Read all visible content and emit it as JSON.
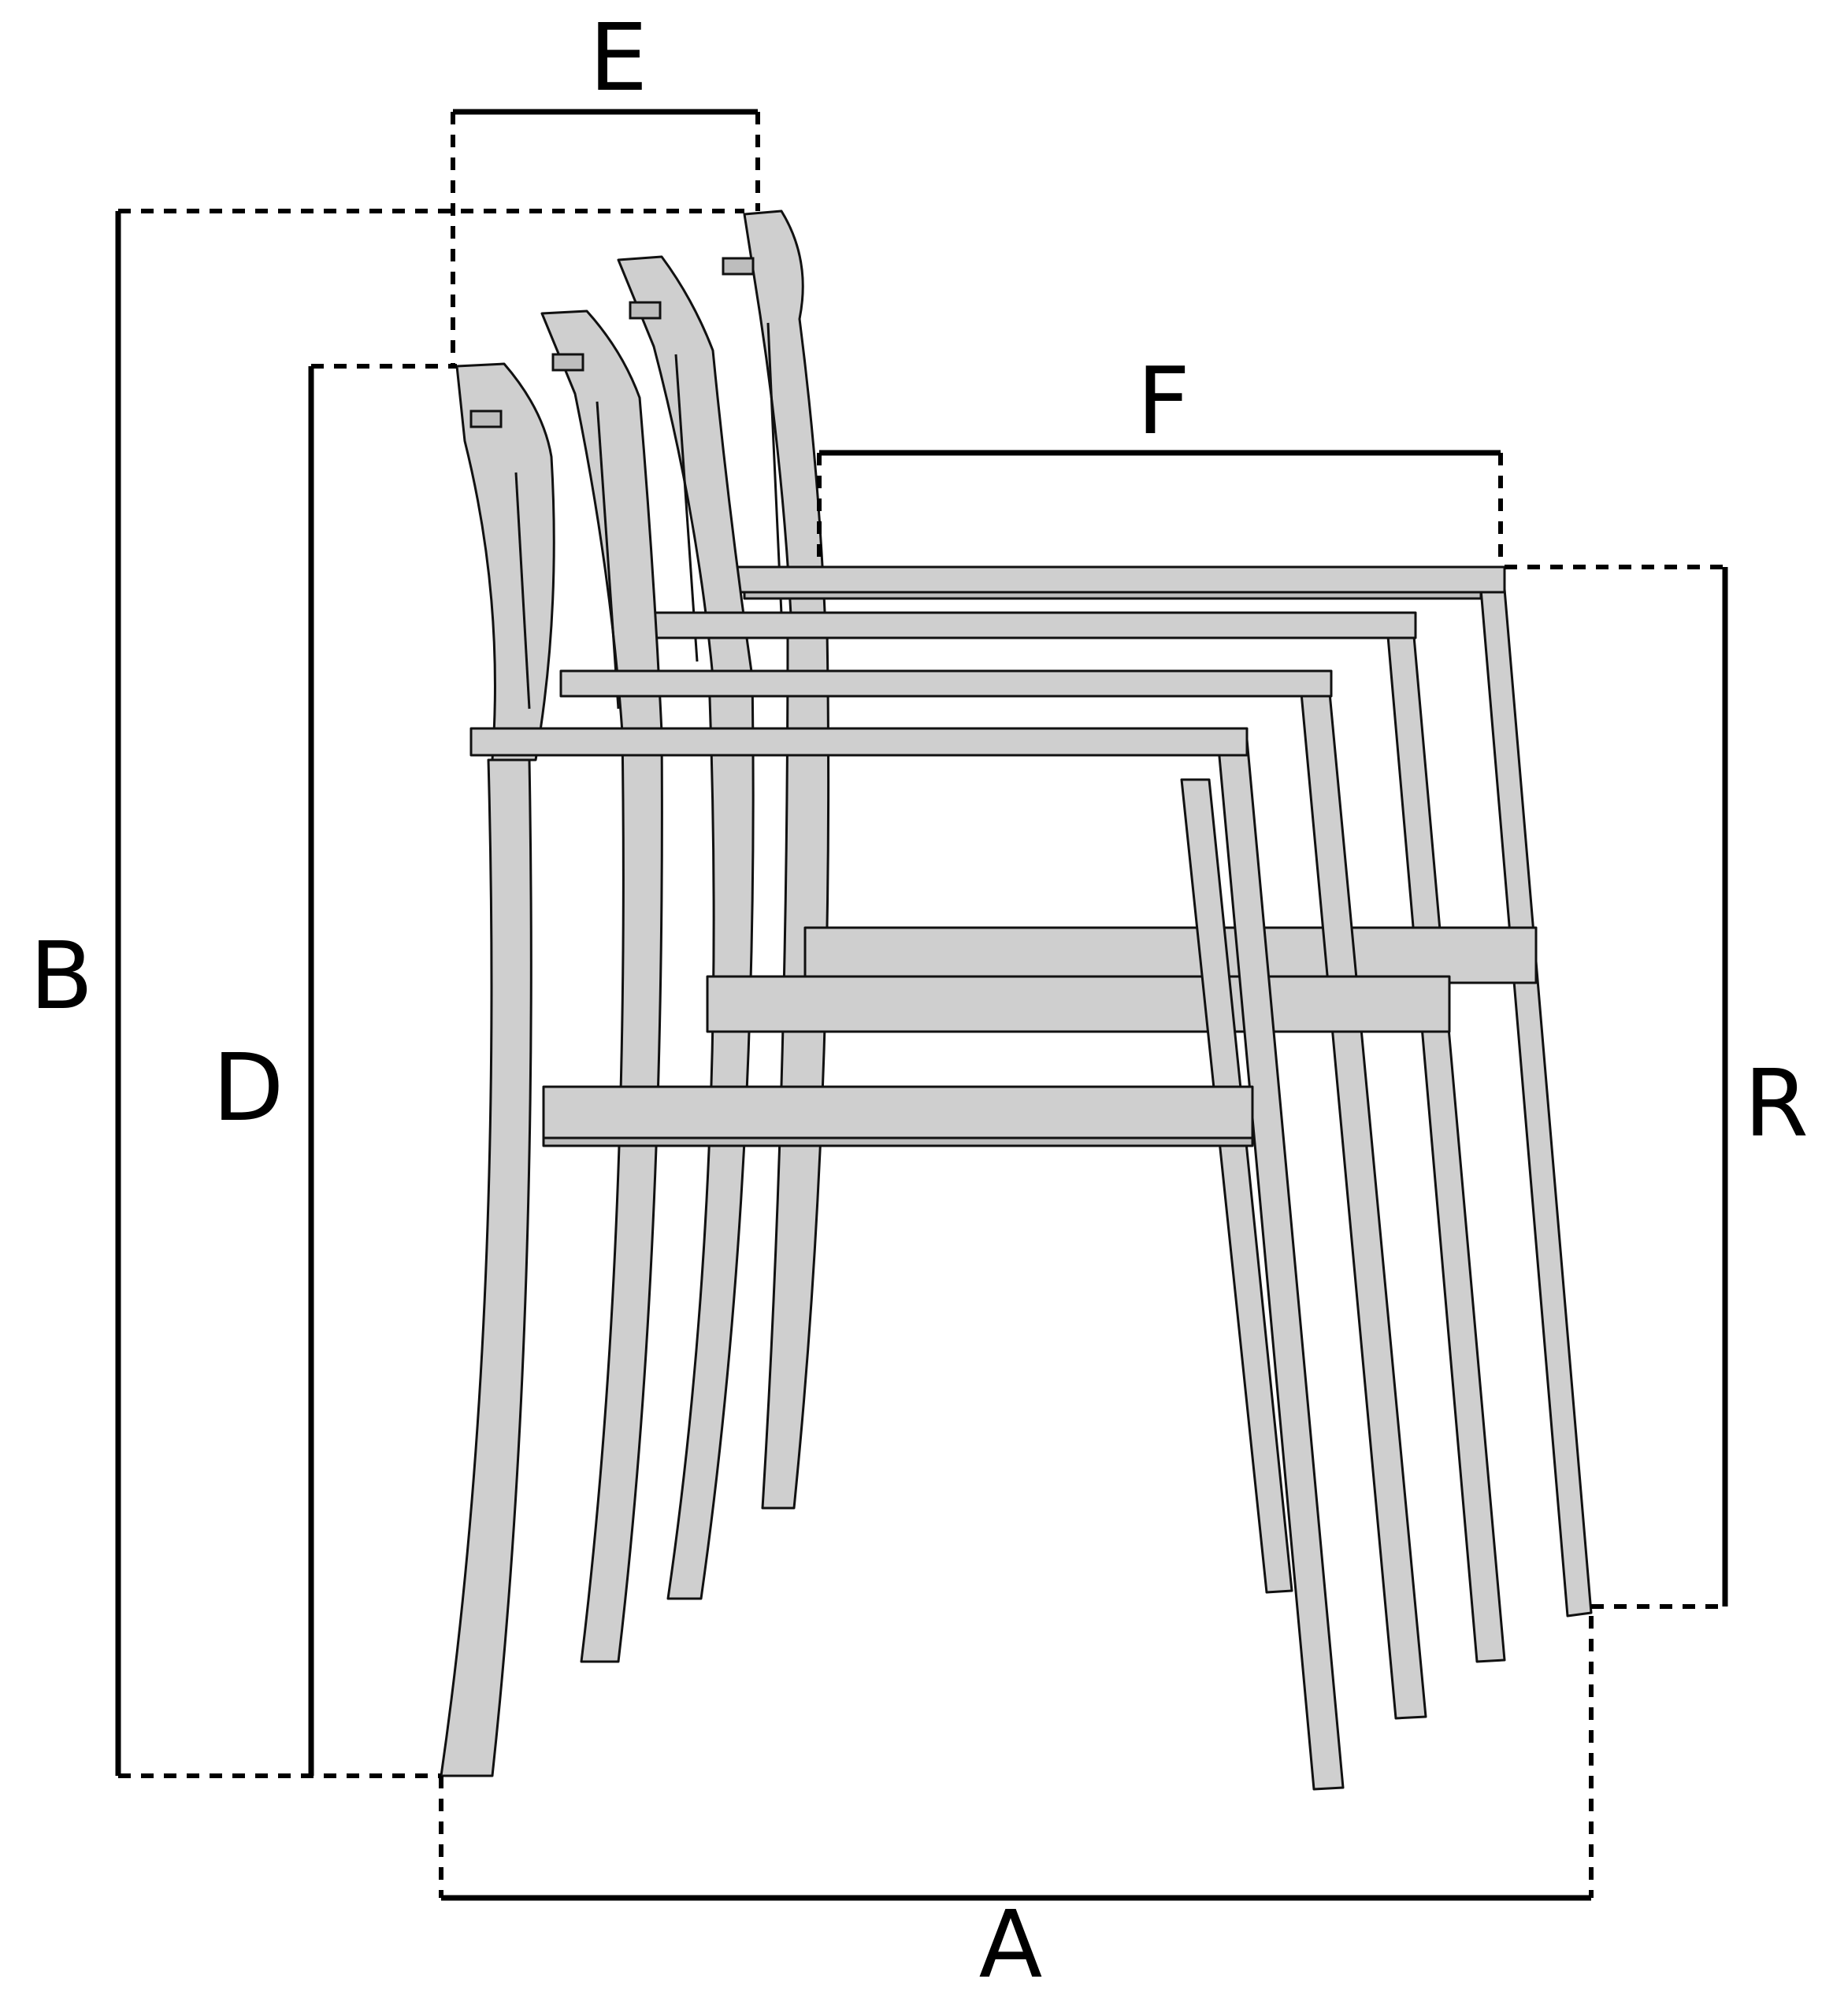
{
  "diagram": {
    "labels": {
      "a": "A",
      "b": "B",
      "d": "D",
      "e": "E",
      "f": "F",
      "r": "R"
    },
    "colors": {
      "line": "#000000",
      "chair_fill": "#cfcfcf",
      "background": "#ffffff"
    },
    "chair_count": 4
  }
}
